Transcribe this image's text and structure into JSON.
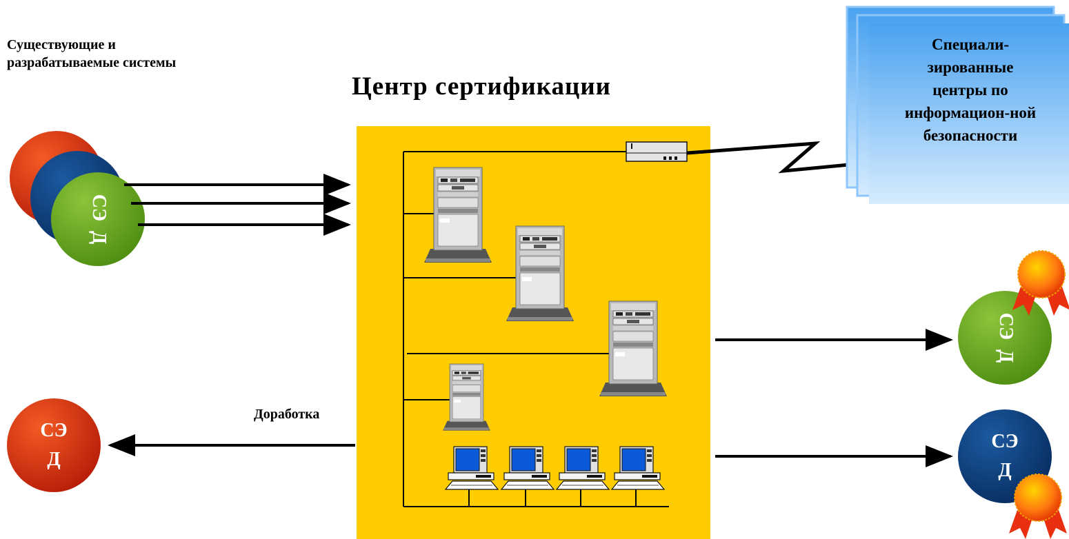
{
  "labels": {
    "existing_line1": "Существующие и",
    "existing_line2": "разрабатываемые системы",
    "center_title": "Центр сертификации",
    "rework": "Доработка",
    "centers_lines": [
      "Специали-",
      "зированные",
      "центры по",
      "информацион-ной",
      "безопасности"
    ]
  },
  "disc": {
    "line1": "СЭ",
    "line2": "Д"
  },
  "colors": {
    "center_box": "#ffcc00",
    "red_disc": "#d93010",
    "blue_disc": "#0c3f7c",
    "green_disc": "#6aaa1e",
    "specialized_panel": "#6db6f5"
  }
}
